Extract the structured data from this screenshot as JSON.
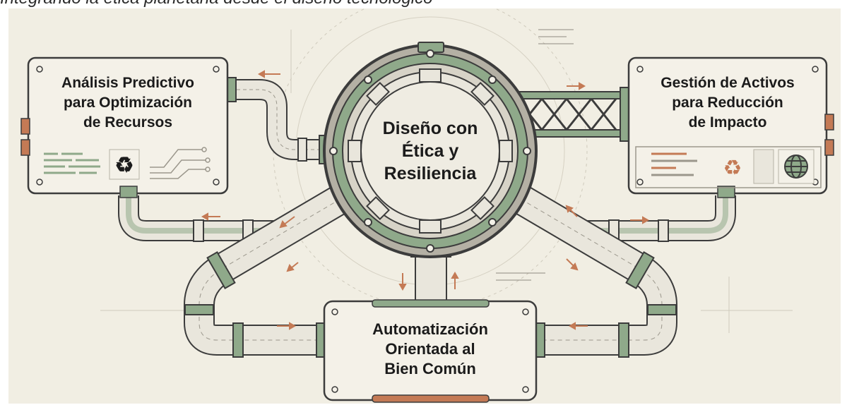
{
  "header": {
    "subtitle": "Integrando la ética planetaria desde el diseño tecnológico"
  },
  "center_hub": {
    "label_lines": [
      "Diseño con",
      "Ética y",
      "Resiliencia"
    ]
  },
  "nodes": {
    "left": {
      "label_lines": [
        "Análisis Predictivo",
        "para Optimización",
        "de Recursos"
      ],
      "icon": "recycle-icon"
    },
    "right": {
      "label_lines": [
        "Gestión de Activos",
        "para Reducción",
        "de Impacto"
      ],
      "icons": [
        "recycle-icon",
        "globe-icon"
      ]
    },
    "bottom": {
      "label_lines": [
        "Automatización",
        "Orientada al",
        "Bien Común"
      ]
    }
  },
  "colors": {
    "background": "#f1eee3",
    "box_fill": "#f4f1e8",
    "stroke": "#3c3c3c",
    "accent_green": "#8fa98a",
    "accent_orange": "#c47a55",
    "pipe_fill": "#e9e6dc"
  }
}
